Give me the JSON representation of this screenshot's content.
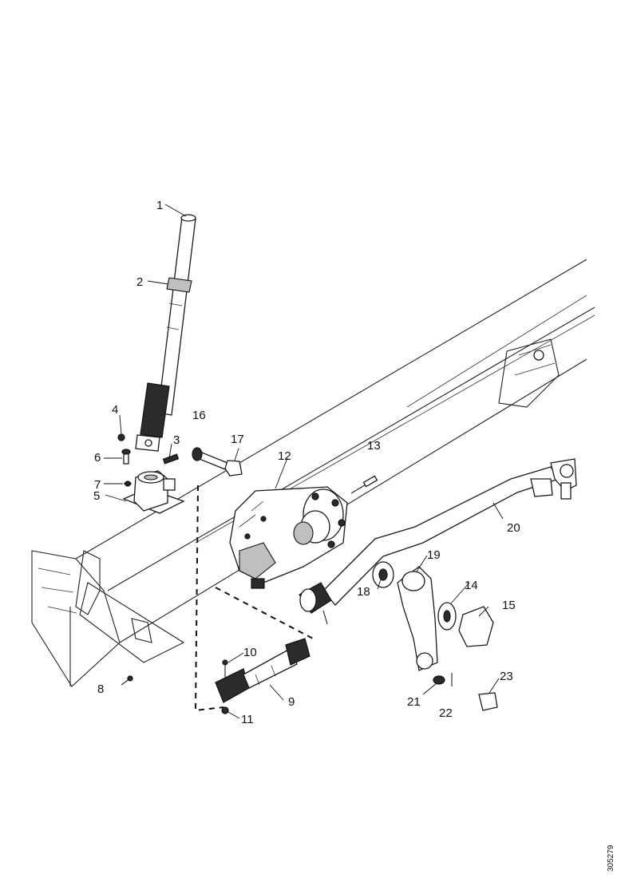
{
  "diagram": {
    "callouts": [
      {
        "id": "c1",
        "text": "1"
      },
      {
        "id": "c2",
        "text": "2"
      },
      {
        "id": "c3",
        "text": "3"
      },
      {
        "id": "c4",
        "text": "4"
      },
      {
        "id": "c5",
        "text": "5"
      },
      {
        "id": "c6",
        "text": "6"
      },
      {
        "id": "c7",
        "text": "7"
      },
      {
        "id": "c8",
        "text": "8"
      },
      {
        "id": "c9",
        "text": "9"
      },
      {
        "id": "c10",
        "text": "10"
      },
      {
        "id": "c11",
        "text": "11"
      },
      {
        "id": "c12",
        "text": "12"
      },
      {
        "id": "c13",
        "text": "13"
      },
      {
        "id": "c14",
        "text": "14"
      },
      {
        "id": "c15",
        "text": "15"
      },
      {
        "id": "c16",
        "text": "16"
      },
      {
        "id": "c17",
        "text": "17"
      },
      {
        "id": "c18",
        "text": "18"
      },
      {
        "id": "c19",
        "text": "19"
      },
      {
        "id": "c20",
        "text": "20"
      },
      {
        "id": "c21",
        "text": "21"
      },
      {
        "id": "c22",
        "text": "22"
      },
      {
        "id": "c23",
        "text": "23"
      }
    ],
    "reference_code": "305279"
  }
}
